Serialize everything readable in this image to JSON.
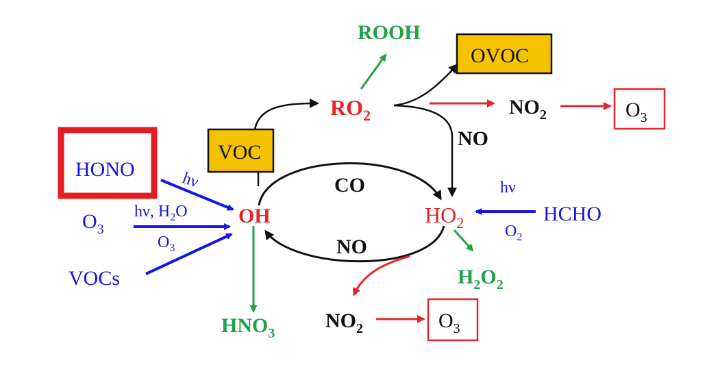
{
  "colors": {
    "blue": "#1414e6",
    "red": "#e8242a",
    "green": "#1fa24a",
    "black": "#111111",
    "box_fill": "#f5c200"
  },
  "species": {
    "hono": "HONO",
    "o3_source": "O",
    "o3_source_sub": "3",
    "vocs_source": "VOCs",
    "oh": "OH",
    "voc": "VOC",
    "ro2": "RO",
    "ro2_sub": "2",
    "rooh": "ROOH",
    "ovoc": "OVOC",
    "no2_top": "NO",
    "no2_top_sub": "2",
    "o3_top": "O",
    "o3_top_sub": "3",
    "ho2": "HO",
    "ho2_sub": "2",
    "hcho": "HCHO",
    "h2o2_h": "H",
    "h2o2_sub1": "2",
    "h2o2_o": "O",
    "h2o2_sub2": "2",
    "hno3": "HNO",
    "hno3_sub": "3",
    "no2_bottom": "NO",
    "no2_bottom_sub": "2",
    "o3_bottom": "O",
    "o3_bottom_sub": "3"
  },
  "labels": {
    "hv_hono": "hν",
    "hv_o3": "hν, H",
    "hv_o3_sub": "2",
    "hv_o3_tail": "O",
    "o3_vocs": "O",
    "o3_vocs_sub": "3",
    "co": "CO",
    "no_cycle": "NO",
    "no_right": "NO",
    "hv_hcho": "hν",
    "o2_hcho": "O",
    "o2_hcho_sub": "2"
  }
}
